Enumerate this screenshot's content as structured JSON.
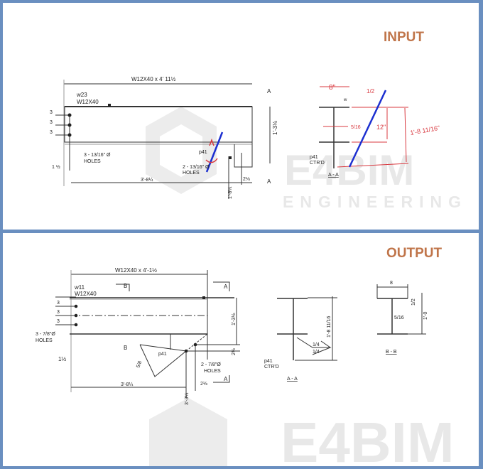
{
  "input": {
    "label": "INPUT",
    "watermark": {
      "brand": "E4BIM",
      "tagline": "ENGINEERING SERV"
    },
    "elevation": {
      "title": "W12X40 x 4' 11½",
      "mark": "w23",
      "section": "W12X40",
      "hole_spacing": [
        "3",
        "3",
        "3"
      ],
      "holes_left": [
        "3 - 13/16\" Ø",
        "HOLES"
      ],
      "edge": "1 ½",
      "length": "3'-8¼",
      "plate": "p41",
      "holes_right": [
        "2 - 13/16\" Ø",
        "HOLES"
      ],
      "dim_right": "2⅛",
      "dim_bottom": "1'-8¼",
      "depth": "1'-3⅛",
      "cut": "A"
    },
    "section_aa": {
      "flange_width": "8\"",
      "flange_thk": "1/2",
      "web": "5/16",
      "depth": "12\"",
      "overall": "1'-8 11/16\"",
      "plate": [
        "p41",
        "CTR'D"
      ],
      "title": "A - A",
      "tag": "w"
    }
  },
  "output": {
    "label": "OUTPUT",
    "watermark": {
      "brand": "E4BIM"
    },
    "elevation": {
      "title": "W12X40 x 4'-1½",
      "mark": "w11",
      "section": "W12X40",
      "hole_spacing": [
        "3",
        "3",
        "3"
      ],
      "holes_left": [
        "3 - 7/8\"Ø",
        "HOLES"
      ],
      "edge": "1½",
      "length": "3'-8¼",
      "plate": "p41",
      "holes_right": [
        "2 - 7/8\"Ø",
        "HOLES"
      ],
      "bevel": "5/8",
      "dim_right": "2⅛",
      "dim_bottom": "3'-3¼",
      "dim_side": "2⅛",
      "depth": "1'-3⅛",
      "cut_a": "A",
      "cut_b": "B"
    },
    "section_aa": {
      "overall": "1'-8 11/16",
      "weld": [
        "1/4",
        "1/4"
      ],
      "plate": [
        "p41",
        "CTR'D"
      ],
      "title": "A - A"
    },
    "section_bb": {
      "flange_width": "8",
      "flange_thk": "1/2",
      "web": "5/16",
      "depth": "1'-0",
      "title": "B - B"
    }
  }
}
